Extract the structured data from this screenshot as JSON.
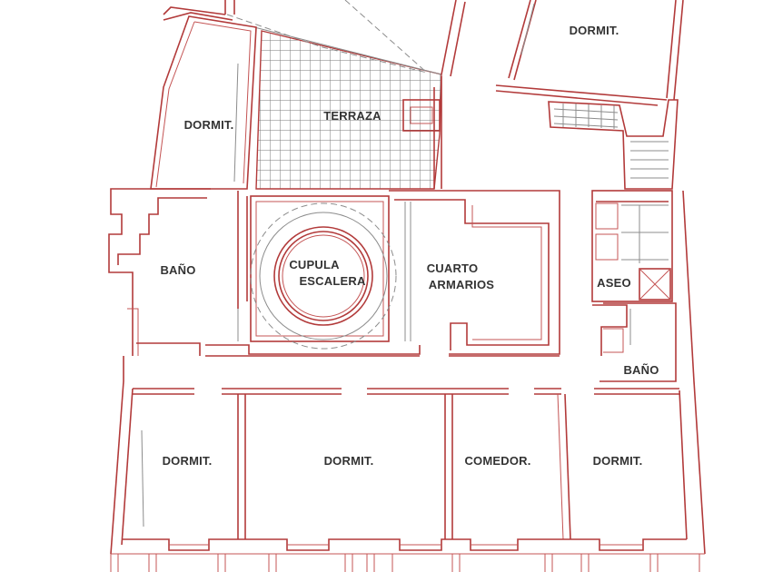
{
  "colors": {
    "wall": "#b23a3a",
    "hatch": "#7a7a7a",
    "label": "#333333",
    "background": "#ffffff"
  },
  "rooms": {
    "dormit_top_right": "DORMIT.",
    "dormit_left": "DORMIT.",
    "terraza": "TERRAZA",
    "bano_left": "BAÑO",
    "cupula_line1": "CUPULA",
    "cupula_line2": "ESCALERA",
    "cuarto_line1": "CUARTO",
    "cuarto_line2": "ARMARIOS",
    "aseo": "ASEO",
    "bano_right": "BAÑO",
    "dormit_bottom_1": "DORMIT.",
    "dormit_bottom_2": "DORMIT.",
    "comedor": "COMEDOR.",
    "dormit_bottom_4": "DORMIT."
  }
}
